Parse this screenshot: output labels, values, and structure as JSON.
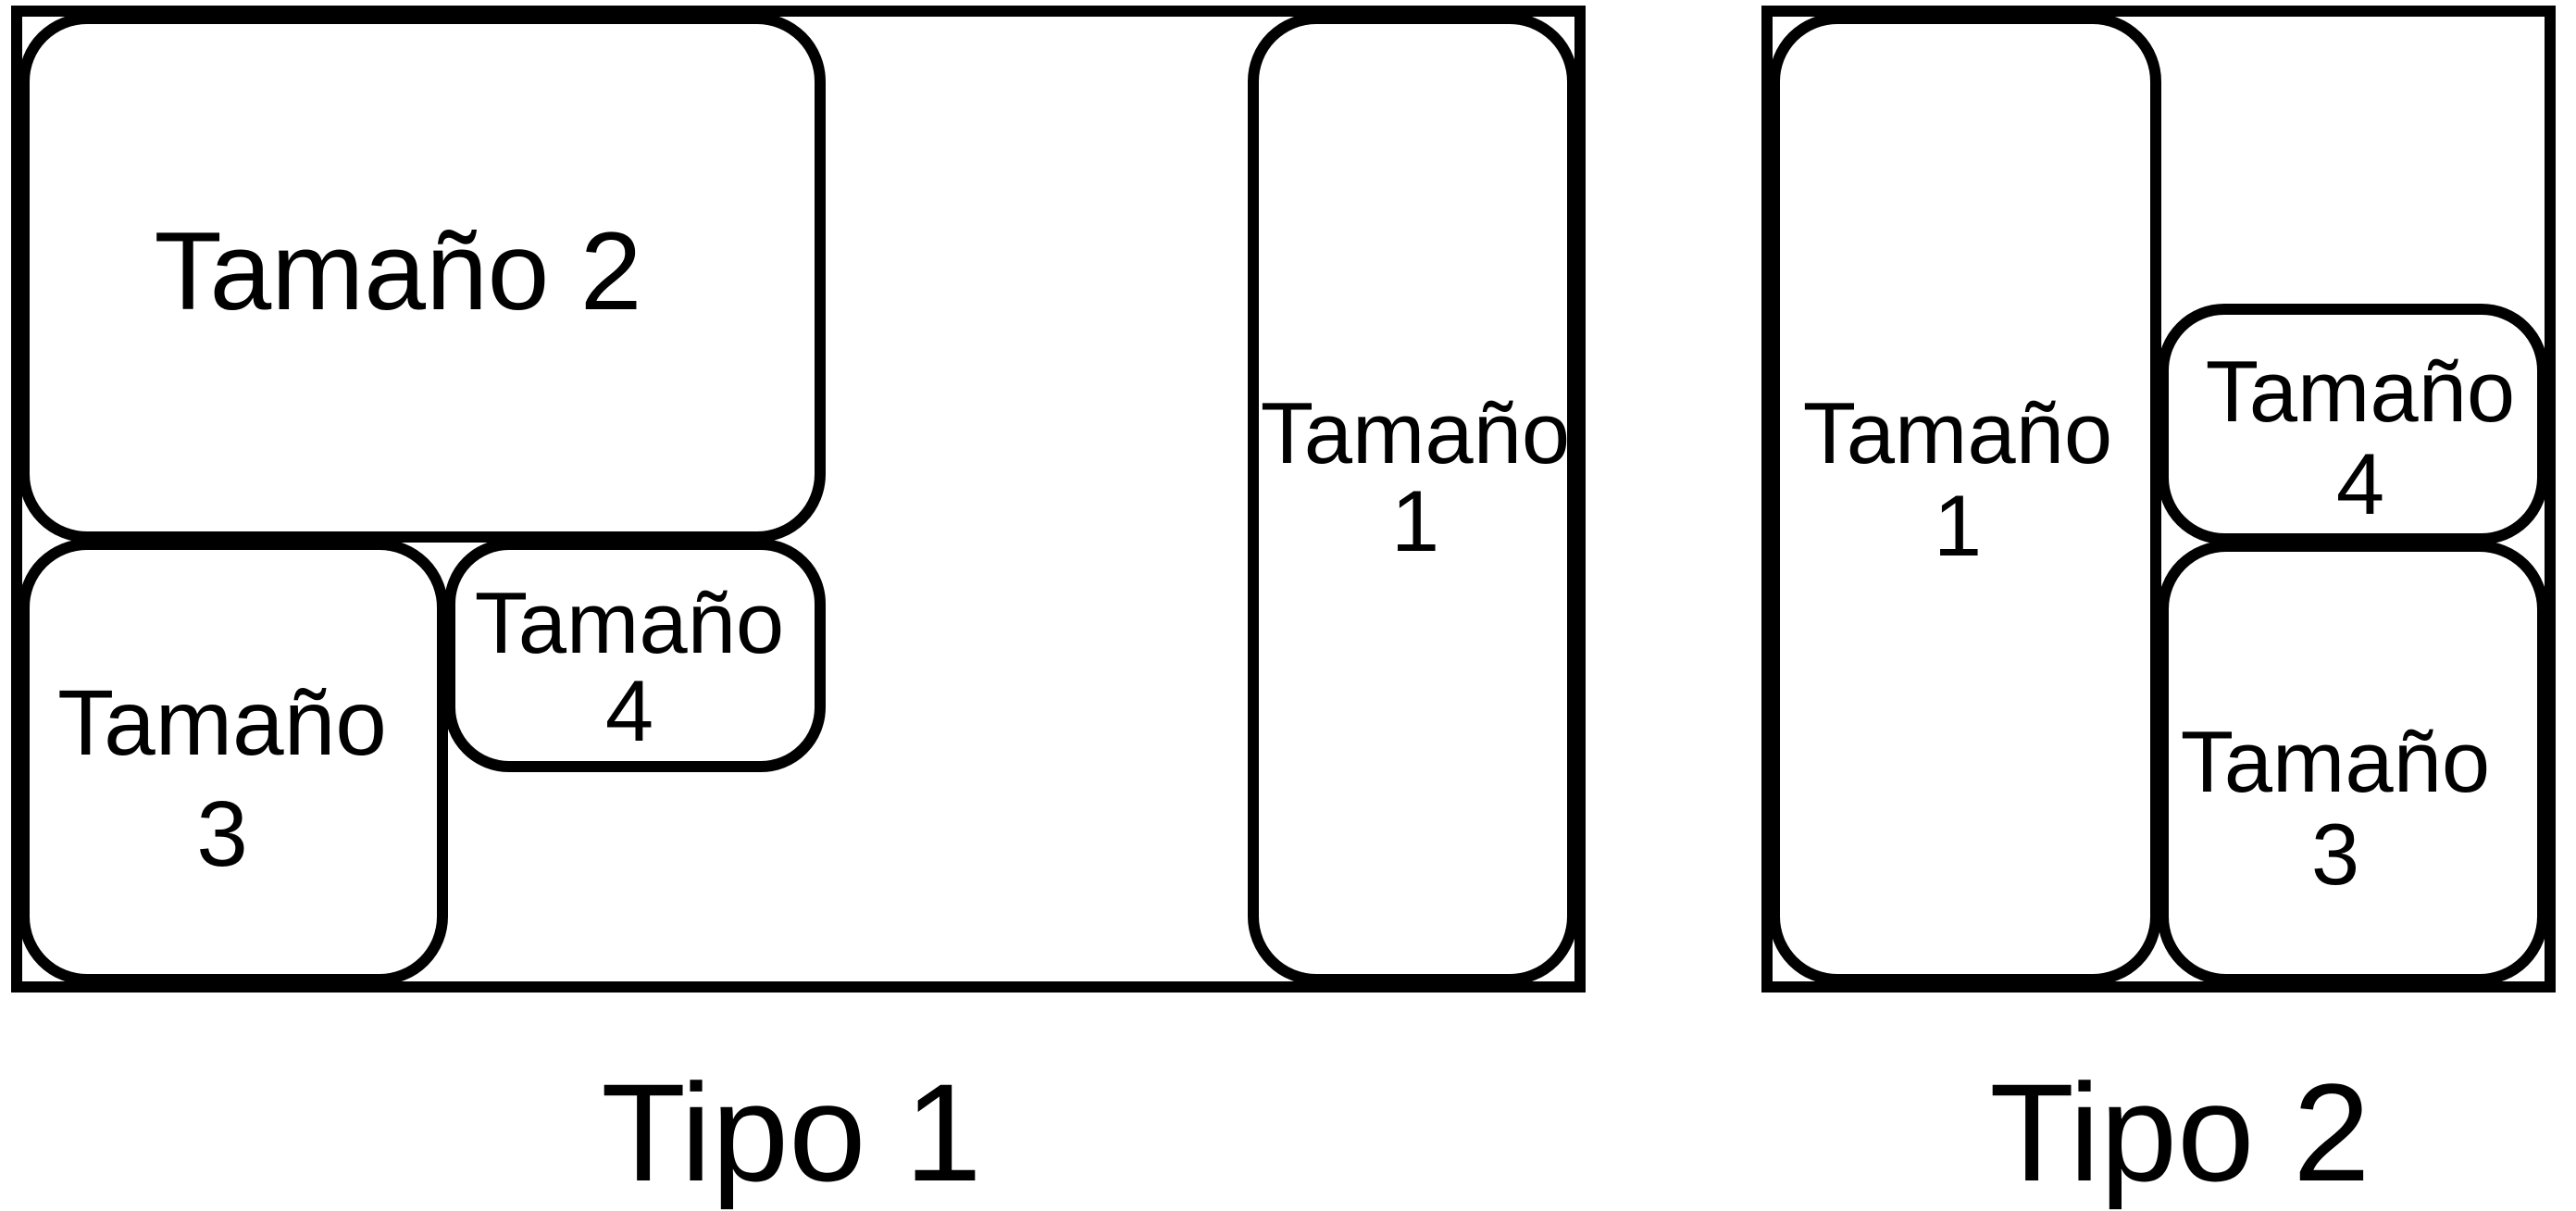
{
  "panels": [
    {
      "caption": "Tipo 1",
      "boxes": {
        "tamano_2": {
          "line1": "Tamaño 2"
        },
        "tamano_1": {
          "line1": "Tamaño",
          "line2": "1"
        },
        "tamano_3": {
          "line1": "Tamaño",
          "line2": "3"
        },
        "tamano_4": {
          "line1": "Tamaño",
          "line2": "4"
        }
      }
    },
    {
      "caption": "Tipo 2",
      "boxes": {
        "tamano_1": {
          "line1": "Tamaño",
          "line2": "1"
        },
        "tamano_4": {
          "line1": "Tamaño",
          "line2": "4"
        },
        "tamano_3": {
          "line1": "Tamaño",
          "line2": "3"
        }
      }
    }
  ],
  "colors": {
    "stroke": "#000000",
    "fill": "#ffffff"
  }
}
